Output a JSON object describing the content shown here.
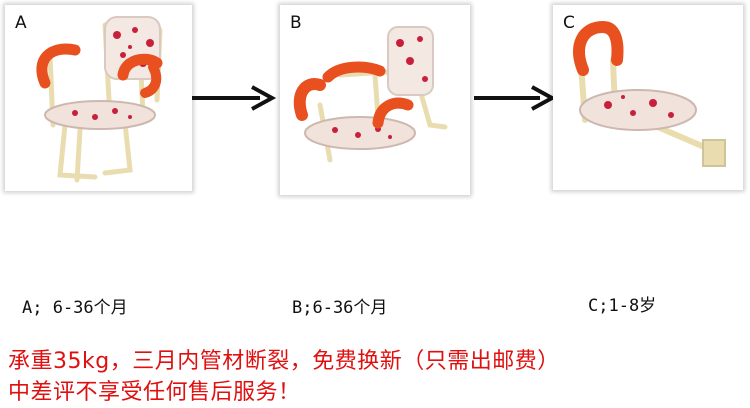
{
  "panels": [
    {
      "letter": "A",
      "caption": "A; 6-36个月"
    },
    {
      "letter": "B",
      "caption": "B;6-36个月"
    },
    {
      "letter": "C",
      "caption": "C;1-8岁"
    }
  ],
  "notice": {
    "line1": "承重35kg，三月内管材断裂，免费换新（只需出邮费）",
    "line2": "中差评不享受任何售后服务！"
  },
  "colors": {
    "accent_red": "#e01010",
    "handle_orange": "#e8501f",
    "frame_cream": "#efe6c2"
  },
  "icons": [
    "arrow-right-icon",
    "arrow-right-icon"
  ]
}
